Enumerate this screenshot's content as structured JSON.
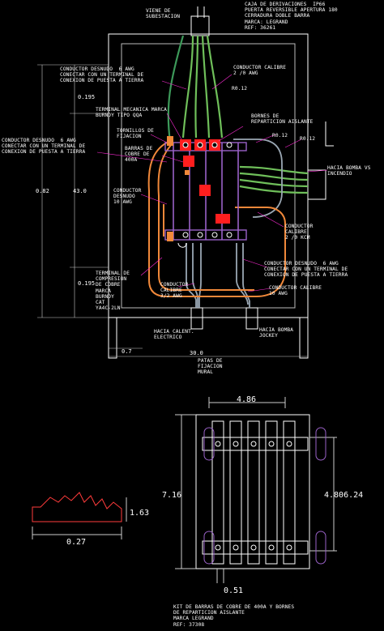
{
  "labels": {
    "viene_de_subestacion": "VIENE DE\nSUBESTACION",
    "caja_derivaciones": "CAJA DE DERIVACIONES  IP66\nPUERTA REVERSIBLE APERTURA 180\nCERRADURA DOBLE BARRA\nMARCA: LEGRAND\nREF: 36261",
    "conductor_desnudo_top_left": "CONDUCTOR DESNUDO  6 AWG\nCONECTAR CON UN TERMINAL DE\nCONEXION DE PUESTA A TIERRA",
    "conductor_calibre_top": "CONDUCTOR CALIBRE\n2 /0 AWG",
    "r012_a": "R0.12",
    "terminal_mecanica": "TERMINAL MECANICA MARCA\nBURNDY TIPO QQA",
    "bornes_reparticion": "BORNES DE\nREPARTICION AISLANTE",
    "tornillos_fijacion": "TORNILLOS DE\nFIJACION",
    "conductor_desnudo_left": "CONDUCTOR DESNUDO  6 AWG\nCONECTAR CON UN TERMINAL DE\nCONEXION DE PUESTA A TIERRA",
    "barras_cobre": "BARRAS DE\nCOBRE DE\n400A",
    "r012_b": "R0.12",
    "r012_c": "R0.12",
    "hacia_bomba_vs": "HACIA BOMBA VS\nINCENDIO",
    "conductor_desnudo_10": "CONDUCTOR\nDESNUDO\n10 AWG",
    "conductor_calibre_2_0_kcm": "CONDUCTOR\nCALIBRE\n2 /0 KCM",
    "conductor_desnudo_right": "CONDUCTOR DESNUDO  6 AWG\nCONECTAR CON UN TERMINAL DE\nCONEXION DE PUESTA A TIERRA",
    "terminal_compresion": "TERMINAL DE\nCOMPRESION\nDE COBRE\nMARCA\nBURNDY\nCAT\nYA4C-2LN",
    "conductor_calibre_3_2": "CONDUCTOR\nCALIBRE\n3/2 AWG",
    "conductor_calibre_10": "CONDUCTOR CALIBRE\n10 AWG",
    "hacia_calent": "HACIA CALENT.\nELECTRICO",
    "hacia_bomba_jockey": "HACIA BOMBA\nJOCKEY",
    "patas_fijacion": "PATAS DE\nFIJACION\nMURAL",
    "kit_barras": "KIT DE BARRAS DE COBRE DE 400A Y BORNES\nDE REPARTICION AISLANTE\nMARCA LEGRAND\nREF: 37308"
  },
  "dimensions": {
    "d_0195_top": "0.195",
    "d_082": "0.82",
    "d_430": "43.0",
    "d_0195_bot": "0.195",
    "d_07": "0.7",
    "d_300": "30.0",
    "d_486": "4.86",
    "d_716": "7.16",
    "d_4806": "4.806.24",
    "d_051": "0.51",
    "d_163": "1.63",
    "d_027": "0.27"
  },
  "colors": {
    "background": "#000000",
    "line": "#ffffff",
    "green_conductor": "#6fbf5a",
    "orange_ground": "#f0883a",
    "red_block": "#ff1e1e",
    "purple_bar": "#9a62c8",
    "magenta_callout": "#ff2bd6",
    "steel": "#9aa7b3",
    "yellow_hint": "#e2d44a"
  }
}
